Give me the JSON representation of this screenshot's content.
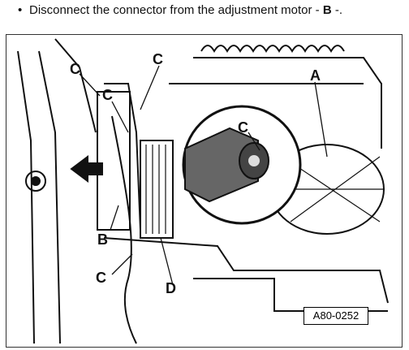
{
  "instruction": {
    "bullet": "•",
    "prefix": "Disconnect the connector from the adjustment motor - ",
    "bold_letter": "B",
    "suffix": " -."
  },
  "figure": {
    "callouts": [
      "C",
      "C",
      "A",
      "C",
      "C",
      "B",
      "C",
      "D"
    ],
    "figure_id": "A80-0252"
  }
}
